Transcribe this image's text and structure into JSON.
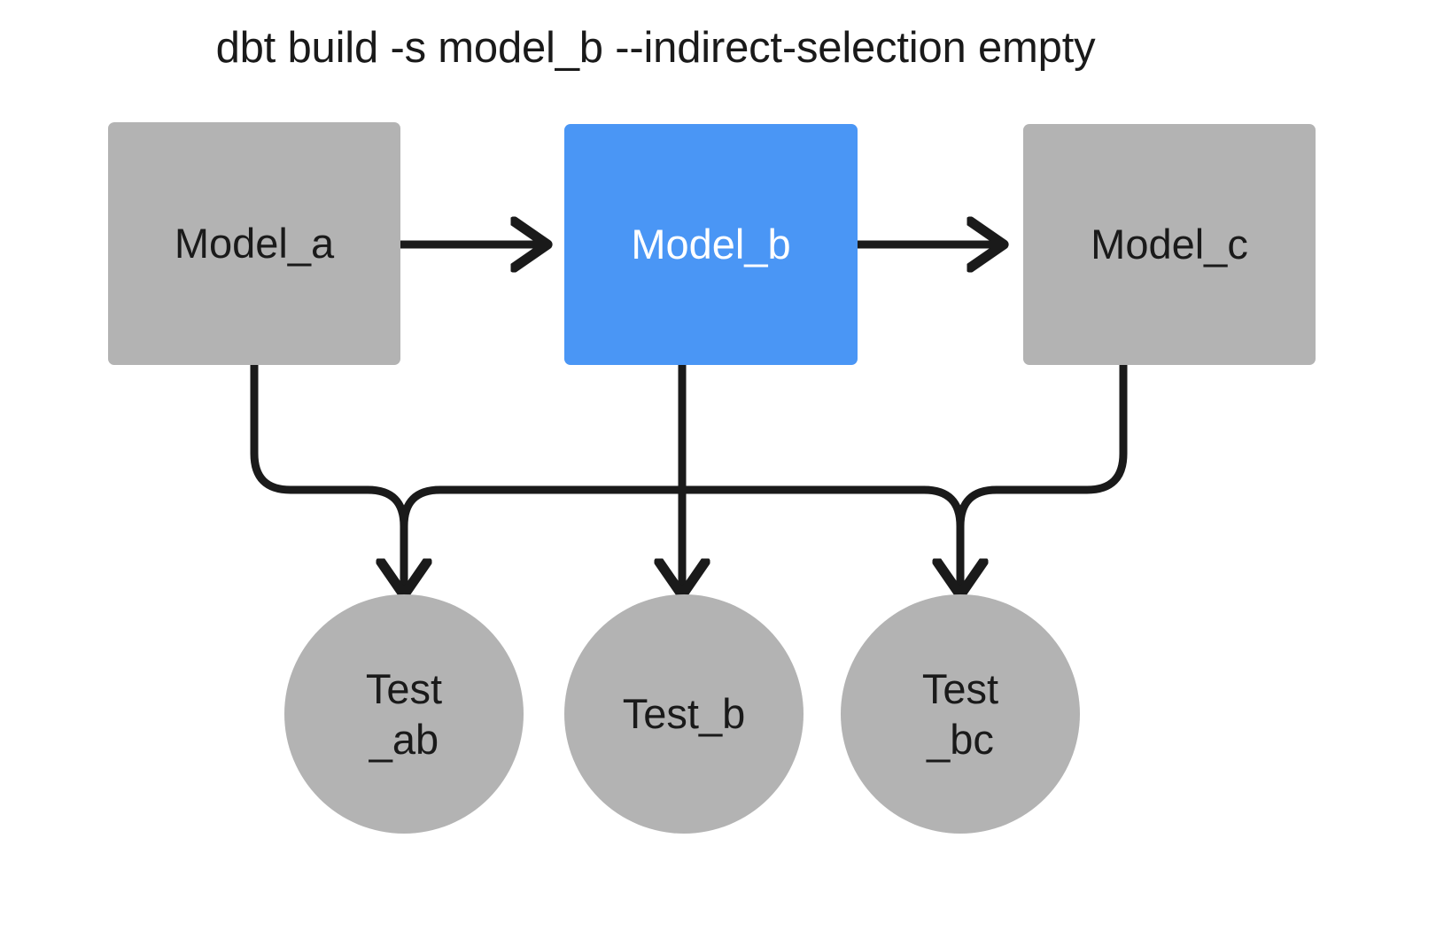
{
  "diagram": {
    "title": "dbt build -s model_b --indirect-selection empty",
    "background": "#ffffff",
    "colors": {
      "node_gray": "#b3b3b3",
      "node_selected_blue": "#4a96f5",
      "edge_black": "#1a1a1a",
      "text_dark": "#1a1a1a",
      "text_light": "#ffffff"
    },
    "models": [
      {
        "id": "model_a",
        "label": "Model_a",
        "shape": "rounded-rect",
        "fill": "#b3b3b3",
        "text_color": "#1a1a1a",
        "selected": false
      },
      {
        "id": "model_b",
        "label": "Model_b",
        "shape": "rounded-rect",
        "fill": "#4a96f5",
        "text_color": "#ffffff",
        "selected": true
      },
      {
        "id": "model_c",
        "label": "Model_c",
        "shape": "rounded-rect",
        "fill": "#b3b3b3",
        "text_color": "#1a1a1a",
        "selected": false
      }
    ],
    "tests": [
      {
        "id": "test_ab",
        "label_line1": "Test",
        "label_line2": "_ab",
        "shape": "circle",
        "fill": "#b3b3b3",
        "text_color": "#1a1a1a",
        "selected": false
      },
      {
        "id": "test_b",
        "label_line1": "Test_b",
        "label_line2": "",
        "shape": "circle",
        "fill": "#b3b3b3",
        "text_color": "#1a1a1a",
        "selected": false
      },
      {
        "id": "test_bc",
        "label_line1": "Test",
        "label_line2": "_bc",
        "shape": "circle",
        "fill": "#b3b3b3",
        "text_color": "#1a1a1a",
        "selected": false
      }
    ],
    "edges": [
      {
        "id": "model_a-to-model_b",
        "from": "model_a",
        "to": "model_b",
        "style": "straight-arrow"
      },
      {
        "id": "model_b-to-model_c",
        "from": "model_b",
        "to": "model_c",
        "style": "straight-arrow"
      },
      {
        "id": "model_a-to-test_ab",
        "from": "model_a",
        "to": "test_ab",
        "style": "elbow-arrow"
      },
      {
        "id": "model_b-to-test_ab",
        "from": "model_b",
        "to": "test_ab",
        "style": "elbow-arrow"
      },
      {
        "id": "model_b-to-test_b",
        "from": "model_b",
        "to": "test_b",
        "style": "straight-arrow"
      },
      {
        "id": "model_b-to-test_bc",
        "from": "model_b",
        "to": "test_bc",
        "style": "elbow-arrow"
      },
      {
        "id": "model_c-to-test_bc",
        "from": "model_c",
        "to": "test_bc",
        "style": "elbow-arrow"
      }
    ]
  }
}
